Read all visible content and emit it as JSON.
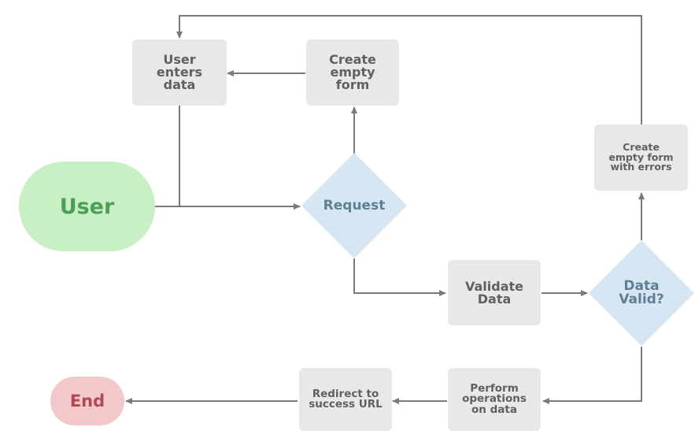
{
  "nodes": {
    "user": "User",
    "user_enters_data": "User\nenters\ndata",
    "create_empty_form": "Create\nempty\nform",
    "request": "Request",
    "validate_data": "Validate\nData",
    "data_valid": "Data\nValid?",
    "create_empty_form_errors": "Create\nempty form\nwith errors",
    "perform_operations": "Perform\noperations\non data",
    "redirect_success": "Redirect to\nsuccess URL",
    "end": "End"
  },
  "colors": {
    "process_box": "#e8e8ea",
    "process_text": "#606060",
    "decision_fill": "#d6e6f3",
    "decision_text": "#5f7f94",
    "start_fill": "#c9efc4",
    "start_text": "#4d9e55",
    "end_fill": "#f2c8cb",
    "end_text": "#b24a52",
    "connector": "#7a7a7a"
  }
}
